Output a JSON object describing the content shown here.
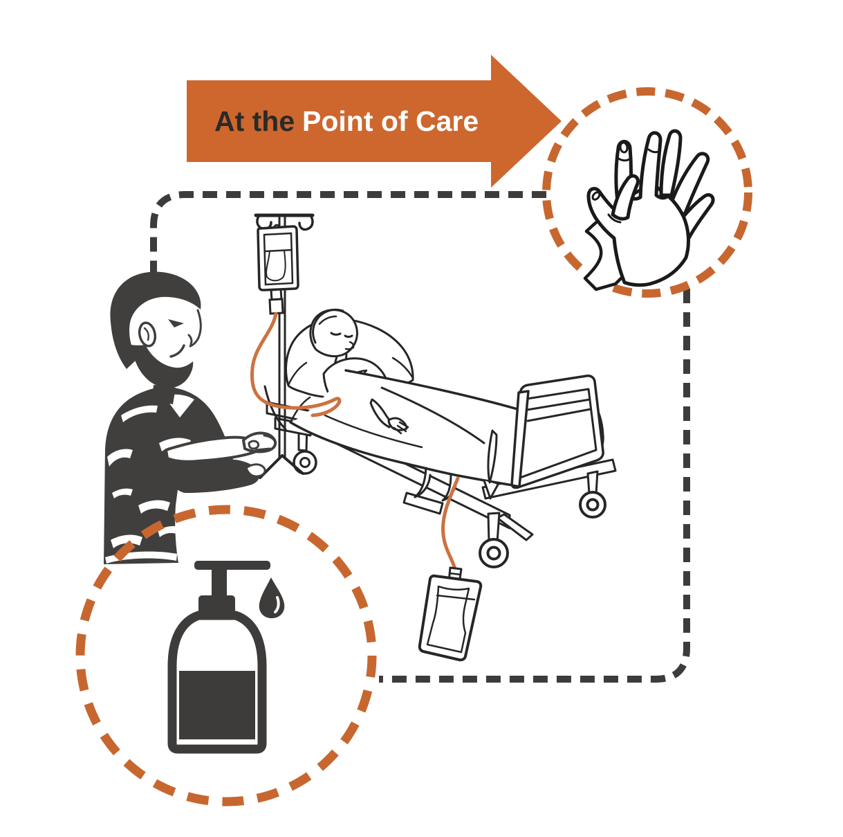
{
  "banner": {
    "text_prefix": "At the",
    "text_emphasis": "Point of Care"
  },
  "colors": {
    "arrow_orange": "#CD672E",
    "dash_orange": "#C7672F",
    "tube_orange": "#CC7240",
    "dark_gray": "#3E3C3B",
    "line_dark": "#262626",
    "text_dark": "#2B2A28",
    "text_light": "#FFFFFF",
    "background": "#FFFFFF"
  },
  "icons": {
    "hand_rub": "hand-rub-icon",
    "sanitizer_bottle": "sanitizer-pump-bottle-icon",
    "droplet": "droplet-icon",
    "arrow": "point-of-care-arrow"
  },
  "scene": {
    "elements": [
      "healthcare-worker-rubbing-hands",
      "patient-in-hospital-bed",
      "iv-pole-with-infusion-bag",
      "catheter-bag",
      "dashed-patient-zone-boundary",
      "hand-rub-circle",
      "sanitizer-circle"
    ]
  }
}
